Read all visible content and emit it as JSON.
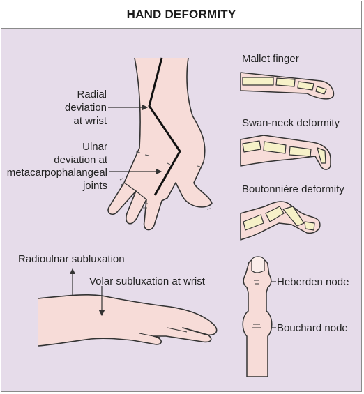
{
  "title": "HAND DEFORMITY",
  "labels": {
    "radial_deviation": [
      "Radial",
      "deviation",
      "at wrist"
    ],
    "ulnar_deviation": [
      "Ulnar",
      "deviation at",
      "metacarpophalangeal",
      "joints"
    ],
    "mallet_finger": "Mallet finger",
    "swan_neck": "Swan-neck deformity",
    "boutonniere": "Boutonnière deformity",
    "radioulnar_subluxation": "Radioulnar subluxation",
    "volar_subluxation": "Volar subluxation at wrist",
    "heberden_node": "Heberden node",
    "bouchard_node": "Bouchard node"
  },
  "colors": {
    "background": "#e6dcea",
    "skin": "#f7dcd8",
    "bone": "#f6f1c8",
    "outline": "#333333"
  }
}
